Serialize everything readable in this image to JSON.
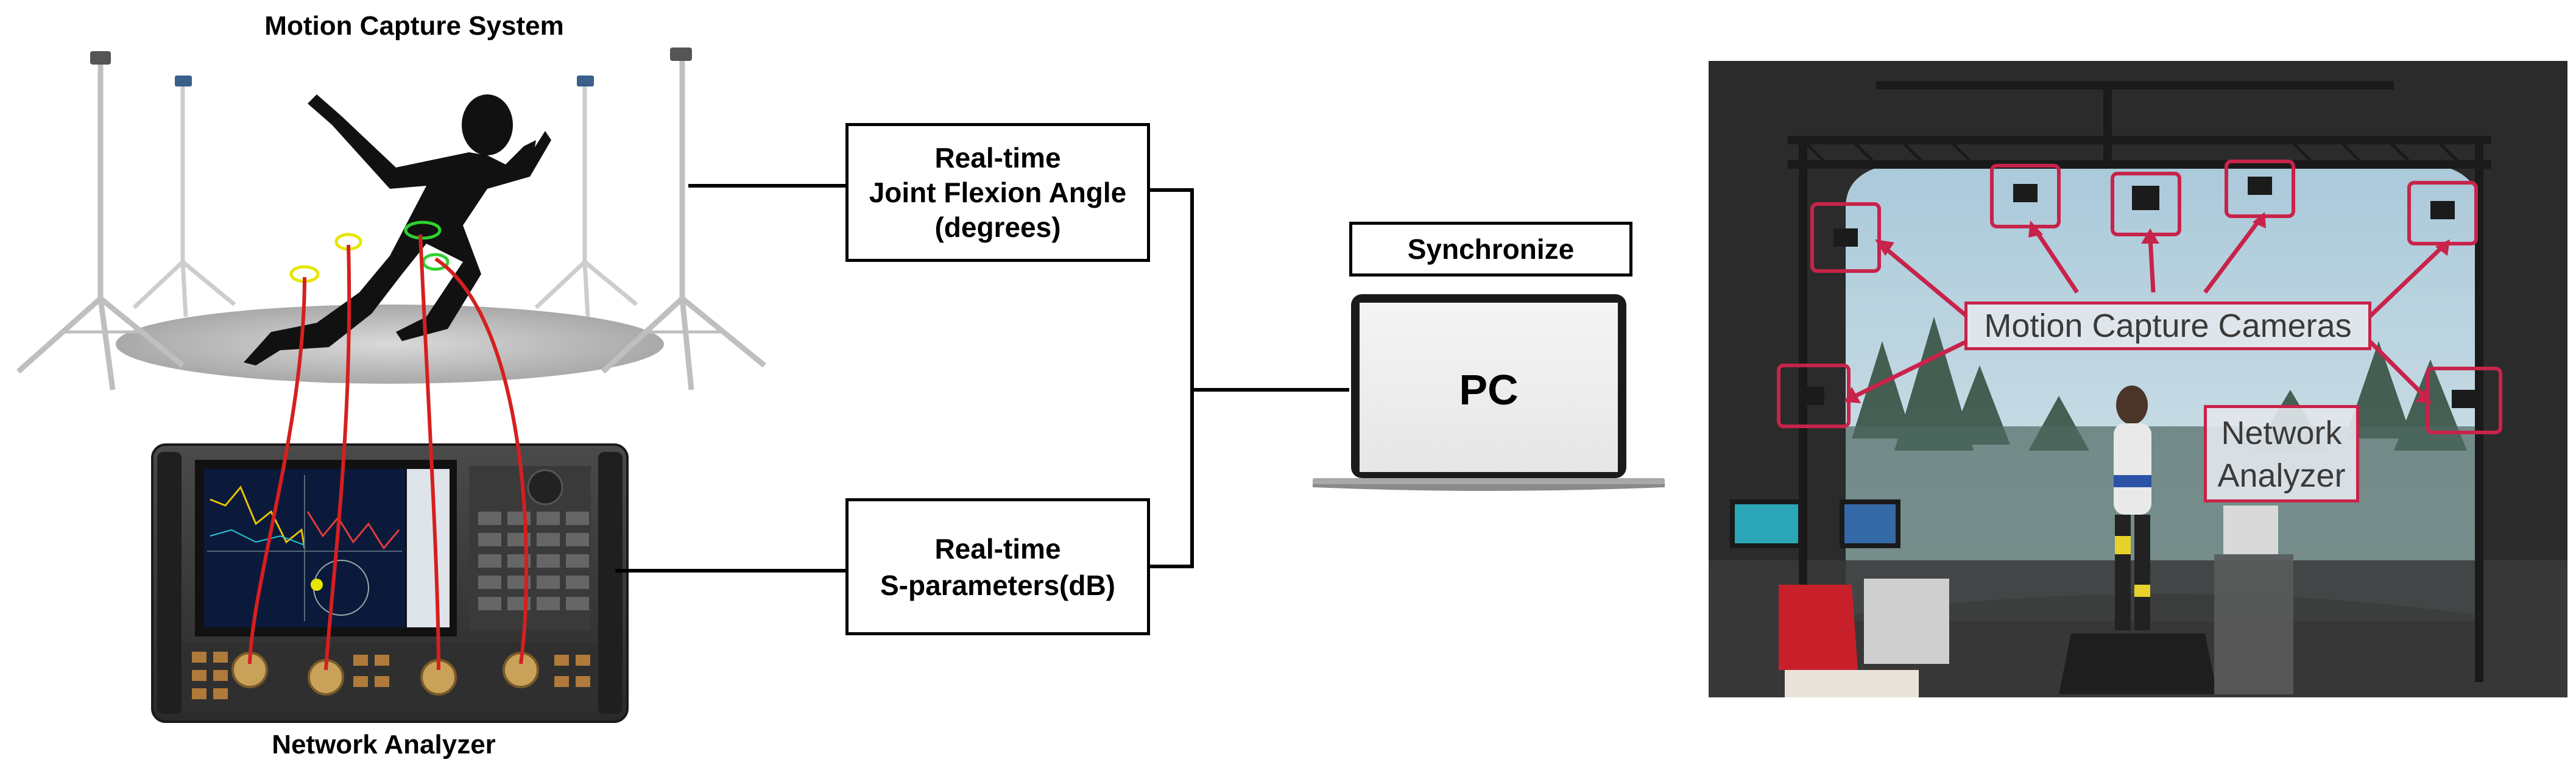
{
  "left_panel": {
    "motion_title": "Motion Capture System",
    "analyzer_title": "Network Analyzer"
  },
  "boxes": {
    "joint_angle": [
      "Real-time",
      "Joint Flexion Angle",
      "(degrees)"
    ],
    "sparams": [
      "Real-time",
      "S-parameters(dB)"
    ],
    "synchronize": "Synchronize",
    "pc": "PC"
  },
  "photo": {
    "cameras_label": "Motion Capture Cameras",
    "analyzer_label": [
      "Network",
      "Analyzer"
    ]
  },
  "colors": {
    "cable": "#d61f1f",
    "highlight": "#c8234a",
    "sensor": "#e6e600",
    "sensor_green": "#2fd12f"
  }
}
